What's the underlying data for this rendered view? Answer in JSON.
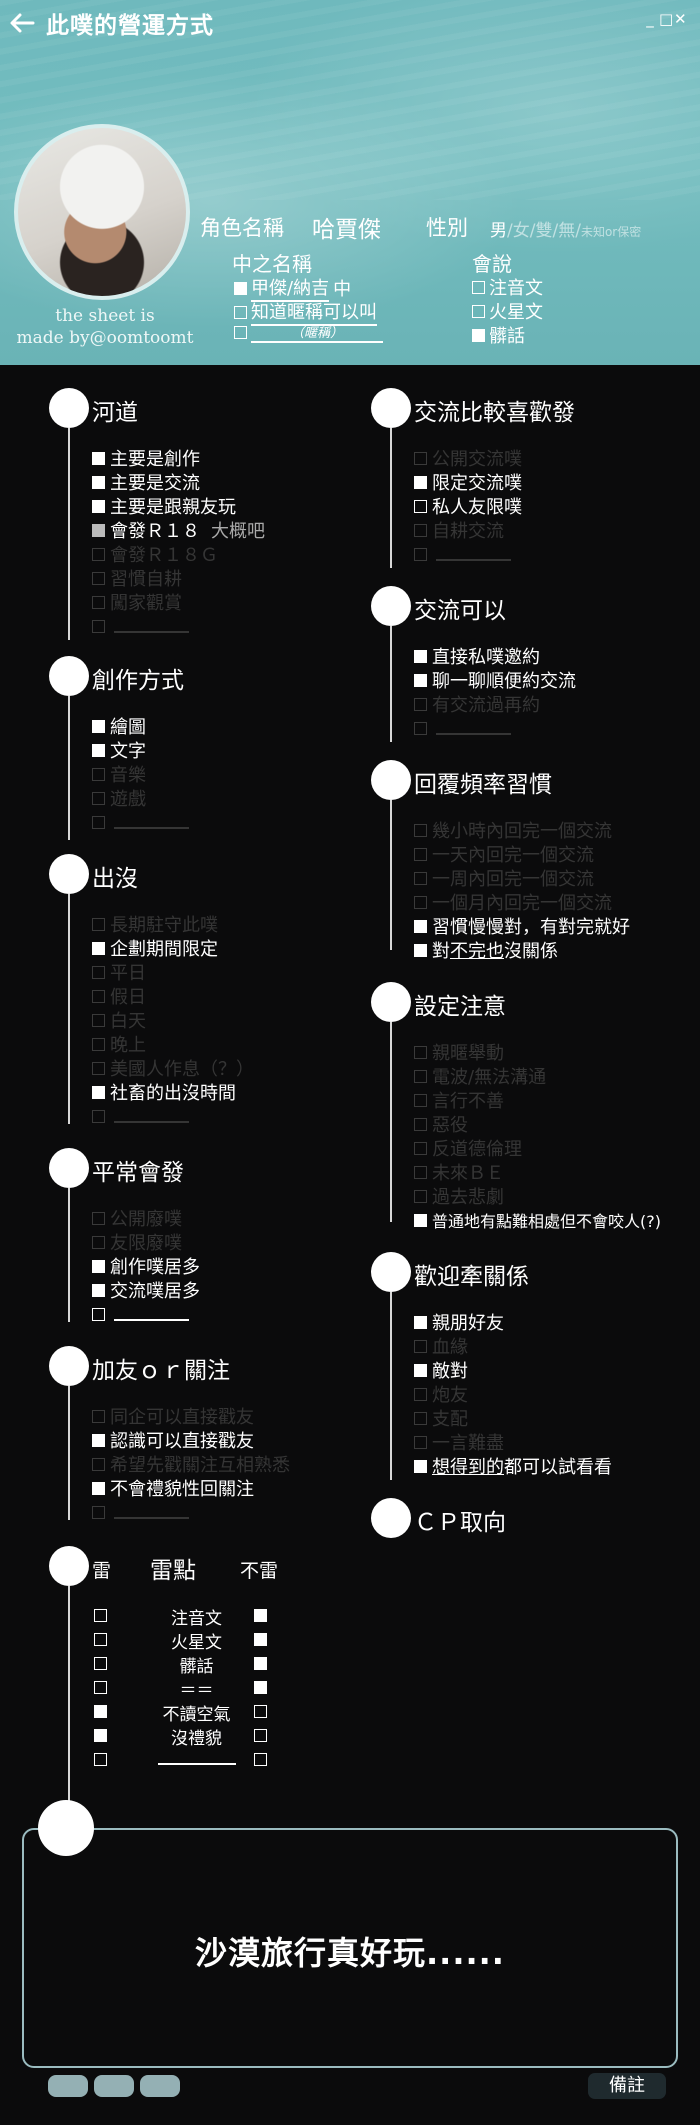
{
  "header": {
    "title": "此噗的營運方式",
    "window_controls": [
      "_",
      "□",
      "✕"
    ],
    "credit_lines": [
      "the sheet is",
      "made by@oomtoomt"
    ],
    "role_label": "角色名稱",
    "role_name": "哈賈傑",
    "gender_label": "性別",
    "gender_selected": "男",
    "gender_options": [
      "/女",
      "/雙",
      "/無",
      "/"
    ],
    "gender_unknown": "未知or保密",
    "cn_name_label": "中之名稱",
    "cn_name_options": [
      {
        "text": "甲傑/納吉",
        "suffix": "中",
        "checked": true
      },
      {
        "text": "知道暱稱可以叫",
        "suffix": "",
        "checked": false
      },
      {
        "text": "（暱稱）",
        "suffix": "",
        "checked": false
      }
    ],
    "speak_label": "會說",
    "speak_options": [
      {
        "text": "注音文",
        "checked": false
      },
      {
        "text": "火星文",
        "checked": false
      },
      {
        "text": "髒話",
        "checked": true
      }
    ]
  },
  "sections": {
    "river": {
      "title": "河道",
      "items": [
        {
          "text": "主要是創作",
          "state": "on"
        },
        {
          "text": "主要是交流",
          "state": "on"
        },
        {
          "text": "主要是跟親友玩",
          "state": "on"
        },
        {
          "text": "會發Ｒ１８",
          "state": "gray",
          "tail": "大概吧"
        },
        {
          "text": "會發Ｒ１８Ｇ",
          "state": "dim"
        },
        {
          "text": "習慣自耕",
          "state": "dim"
        },
        {
          "text": "闖家觀賞",
          "state": "dim"
        },
        {
          "text": "",
          "state": "dim",
          "blank": true
        }
      ]
    },
    "create": {
      "title": "創作方式",
      "items": [
        {
          "text": "繪圖",
          "state": "on"
        },
        {
          "text": "文字",
          "state": "on"
        },
        {
          "text": "音樂",
          "state": "dim"
        },
        {
          "text": "遊戲",
          "state": "dim"
        },
        {
          "text": "",
          "state": "dim",
          "blank": true
        }
      ]
    },
    "appear": {
      "title": "出沒",
      "items": [
        {
          "text": "長期駐守此噗",
          "state": "dim"
        },
        {
          "text": "企劃期間限定",
          "state": "on"
        },
        {
          "text": "平日",
          "state": "dim"
        },
        {
          "text": "假日",
          "state": "dim"
        },
        {
          "text": "白天",
          "state": "dim"
        },
        {
          "text": "晚上",
          "state": "dim"
        },
        {
          "text": "美國人作息（？）",
          "state": "dim"
        },
        {
          "text": "社畜的出沒時間",
          "state": "on"
        },
        {
          "text": "",
          "state": "dim",
          "blank": true
        }
      ]
    },
    "usual": {
      "title": "平常會發",
      "items": [
        {
          "text": "公開廢噗",
          "state": "dim"
        },
        {
          "text": "友限廢噗",
          "state": "dim"
        },
        {
          "text": "創作噗居多",
          "state": "on"
        },
        {
          "text": "交流噗居多",
          "state": "on"
        },
        {
          "text": "",
          "state": "off",
          "blank": true
        }
      ]
    },
    "friend": {
      "title": "加友ｏｒ關注",
      "items": [
        {
          "text": "同企可以直接戳友",
          "state": "dim"
        },
        {
          "text": "認識可以直接戳友",
          "state": "on"
        },
        {
          "text": "希望先戳關注互相熟悉",
          "state": "dim"
        },
        {
          "text": "不會禮貌性回關注",
          "state": "on"
        },
        {
          "text": "",
          "state": "dim",
          "blank": true
        }
      ]
    },
    "prefer": {
      "title": "交流比較喜歡發",
      "items": [
        {
          "text": "公開交流噗",
          "state": "dim"
        },
        {
          "text": "限定交流噗",
          "state": "on"
        },
        {
          "text": "私人友限噗",
          "state": "off"
        },
        {
          "text": "自耕交流",
          "state": "dim"
        },
        {
          "text": "",
          "state": "dim",
          "blank": true
        }
      ]
    },
    "can": {
      "title": "交流可以",
      "items": [
        {
          "text": "直接私噗邀約",
          "state": "on"
        },
        {
          "text": "聊一聊順便約交流",
          "state": "on"
        },
        {
          "text": "有交流過再約",
          "state": "dim"
        },
        {
          "text": "",
          "state": "dim",
          "blank": true
        }
      ]
    },
    "reply": {
      "title": "回覆頻率習慣",
      "items": [
        {
          "text": "幾小時內回完一個交流",
          "state": "dim"
        },
        {
          "text": "一天內回完一個交流",
          "state": "dim"
        },
        {
          "text": "一周內回完一個交流",
          "state": "dim"
        },
        {
          "text": "一個月內回完一個交流",
          "state": "dim"
        },
        {
          "text": "習慣慢慢對，有對完就好",
          "state": "on"
        },
        {
          "text": "對不完也沒關係",
          "state": "on",
          "underline": "不完也"
        }
      ]
    },
    "setting": {
      "title": "設定注意",
      "items": [
        {
          "text": "親暱舉動",
          "state": "dim"
        },
        {
          "text": "電波/無法溝通",
          "state": "dim"
        },
        {
          "text": "言行不善",
          "state": "dim"
        },
        {
          "text": "惡役",
          "state": "dim"
        },
        {
          "text": "反道德倫理",
          "state": "dim"
        },
        {
          "text": "未來ＢＥ",
          "state": "dim"
        },
        {
          "text": "過去悲劇",
          "state": "dim"
        },
        {
          "text": "普通地有點難相處但不會咬人(?)",
          "state": "on",
          "small": true
        }
      ]
    },
    "relation": {
      "title": "歡迎牽關係",
      "items": [
        {
          "text": "親朋好友",
          "state": "on"
        },
        {
          "text": "血緣",
          "state": "dim"
        },
        {
          "text": "敵對",
          "state": "on"
        },
        {
          "text": "炮友",
          "state": "dim"
        },
        {
          "text": "支配",
          "state": "dim"
        },
        {
          "text": "一言難盡",
          "state": "dim"
        },
        {
          "text": "想得到的都可以試看看",
          "state": "on",
          "underline": "想得到的"
        }
      ]
    },
    "cp": {
      "title": "ＣＰ取向"
    },
    "mine": {
      "title": "雷點",
      "left_label": "雷",
      "right_label": "不雷",
      "rows": [
        {
          "text": "注音文",
          "left": "off",
          "right": "on"
        },
        {
          "text": "火星文",
          "left": "off",
          "right": "on"
        },
        {
          "text": "髒話",
          "left": "off",
          "right": "on"
        },
        {
          "text": "＝＝",
          "left": "off",
          "right": "on"
        },
        {
          "text": "不讀空氣",
          "left": "on",
          "right": "off"
        },
        {
          "text": "沒禮貌",
          "left": "on",
          "right": "off"
        },
        {
          "text": "",
          "left": "off",
          "right": "off",
          "blank": true
        }
      ]
    }
  },
  "note": {
    "text": "沙漠旅行真好玩......",
    "memo_label": "備註",
    "pill_count": 3
  },
  "colors": {
    "header_teal": "#6fb9bd",
    "background": "#0b0b0c",
    "dim_text": "#353535",
    "box_border": "#9bbcc0",
    "pill": "#94b0b4"
  }
}
